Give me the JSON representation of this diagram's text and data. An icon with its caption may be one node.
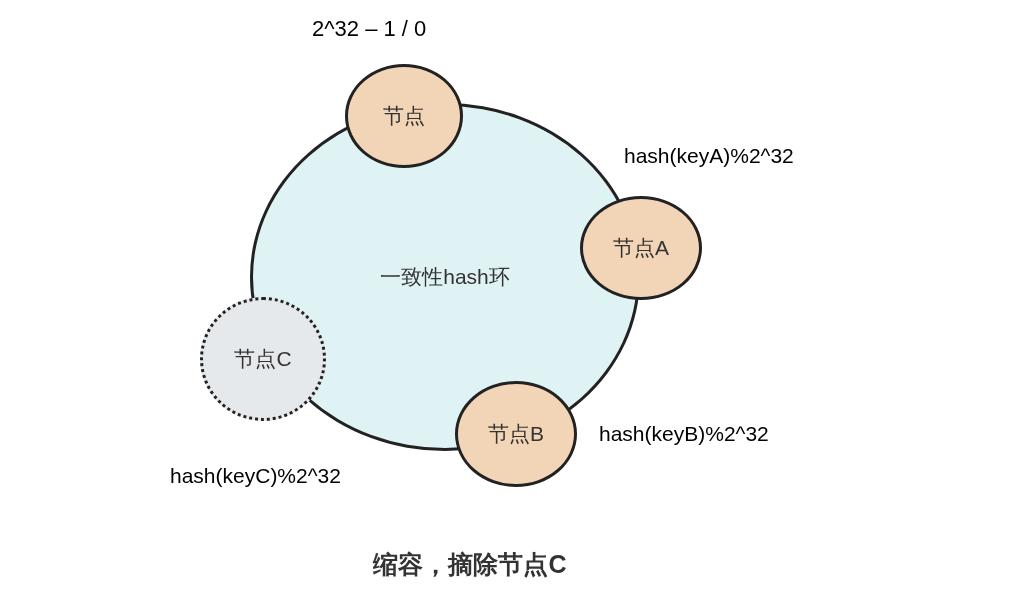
{
  "diagram": {
    "caption": "缩容，摘除节点C",
    "nodes": [
      {
        "text": [
          "一致性hash环"
        ]
      },
      {
        "text": [
          "节点"
        ],
        "beside": [
          "2^32 – 1 / 0"
        ]
      },
      {
        "text": [
          "节点A"
        ]
      },
      {
        "text": [
          "节点B"
        ]
      },
      {
        "text": [
          "节点C"
        ]
      }
    ],
    "labels": [
      "hash(keyA)%2^32",
      "hash(keyB)%2^32",
      "hash(keyC)%2^32"
    ]
  }
}
